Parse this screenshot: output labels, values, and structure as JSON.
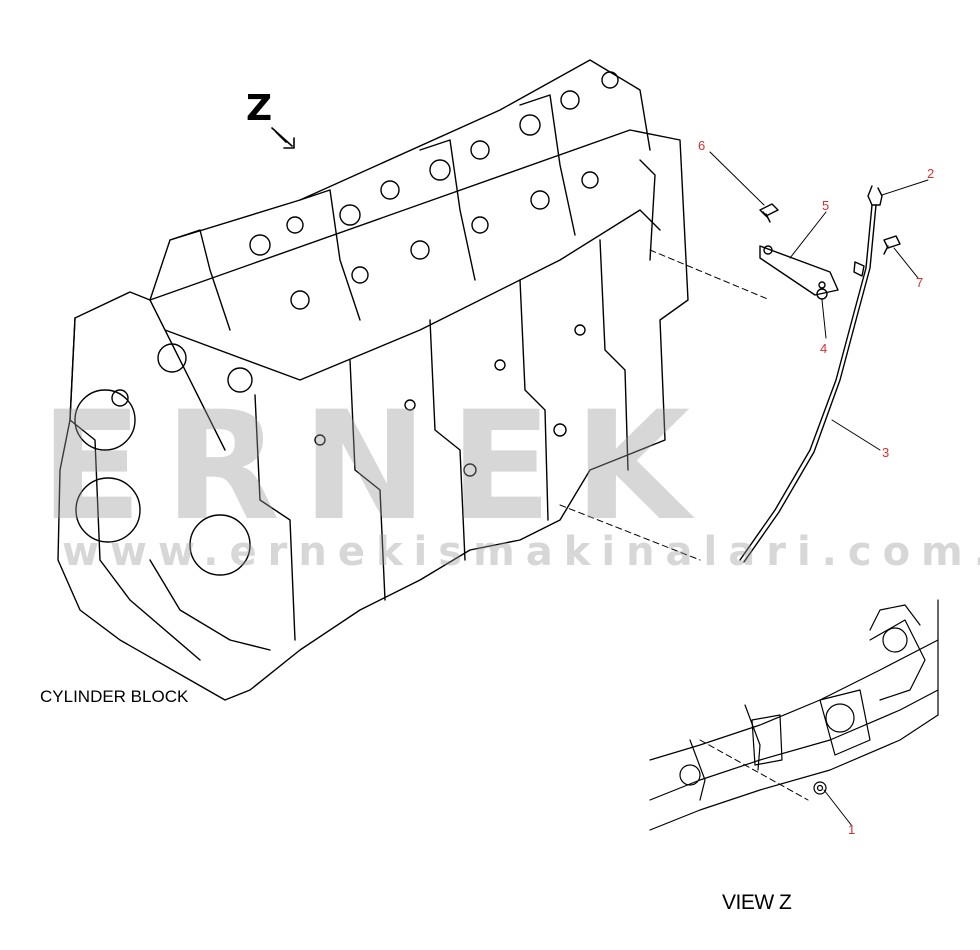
{
  "watermark": {
    "brand": "ERNEK",
    "site": "www.ernekismakinalari.com.tr",
    "accent_color": "#f5c518"
  },
  "diagram": {
    "view_marker": "Z",
    "title_block": "CYLINDER BLOCK",
    "title_view": "VIEW Z",
    "callout_color": "#d93030",
    "callouts": [
      "1",
      "2",
      "3",
      "4",
      "5",
      "6",
      "7"
    ]
  }
}
